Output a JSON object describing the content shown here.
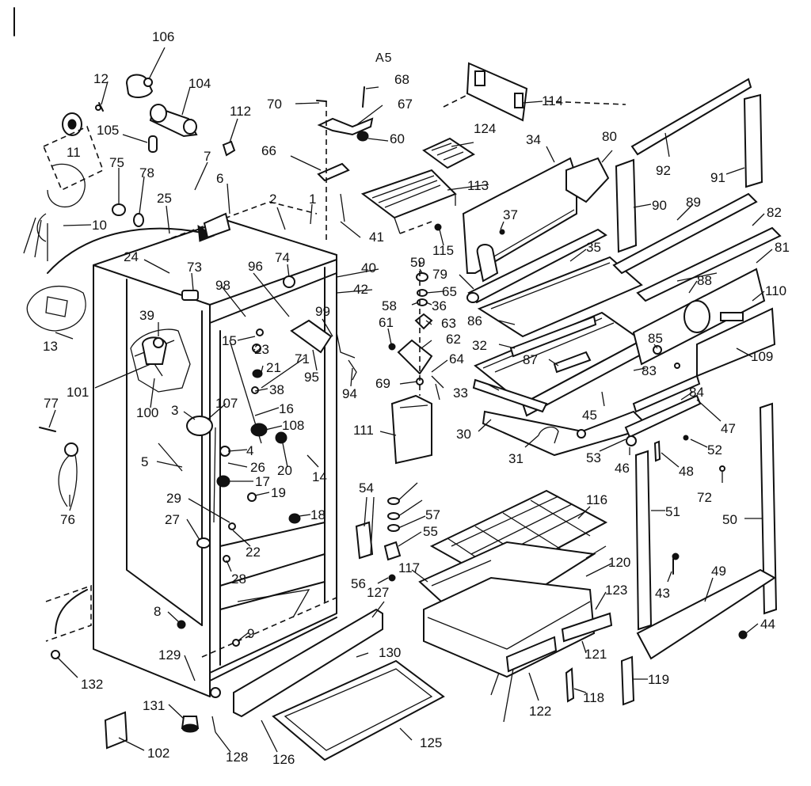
{
  "diagram": {
    "header": "A5",
    "labels": [
      {
        "id": "106"
      },
      {
        "id": "104"
      },
      {
        "id": "12"
      },
      {
        "id": "105"
      },
      {
        "id": "11"
      },
      {
        "id": "112"
      },
      {
        "id": "75"
      },
      {
        "id": "78"
      },
      {
        "id": "7"
      },
      {
        "id": "6"
      },
      {
        "id": "25"
      },
      {
        "id": "10"
      },
      {
        "id": "2"
      },
      {
        "id": "1"
      },
      {
        "id": "24"
      },
      {
        "id": "73"
      },
      {
        "id": "96"
      },
      {
        "id": "74"
      },
      {
        "id": "98"
      },
      {
        "id": "40"
      },
      {
        "id": "42"
      },
      {
        "id": "99"
      },
      {
        "id": "13"
      },
      {
        "id": "39"
      },
      {
        "id": "15"
      },
      {
        "id": "23"
      },
      {
        "id": "21"
      },
      {
        "id": "71"
      },
      {
        "id": "95"
      },
      {
        "id": "94"
      },
      {
        "id": "101"
      },
      {
        "id": "38"
      },
      {
        "id": "100"
      },
      {
        "id": "107"
      },
      {
        "id": "16"
      },
      {
        "id": "77"
      },
      {
        "id": "3"
      },
      {
        "id": "108"
      },
      {
        "id": "4"
      },
      {
        "id": "26"
      },
      {
        "id": "20"
      },
      {
        "id": "14"
      },
      {
        "id": "5"
      },
      {
        "id": "17"
      },
      {
        "id": "19"
      },
      {
        "id": "76"
      },
      {
        "id": "29"
      },
      {
        "id": "18"
      },
      {
        "id": "27"
      },
      {
        "id": "22"
      },
      {
        "id": "28"
      },
      {
        "id": "8"
      },
      {
        "id": "9"
      },
      {
        "id": "129"
      },
      {
        "id": "132"
      },
      {
        "id": "131"
      },
      {
        "id": "102"
      },
      {
        "id": "128"
      },
      {
        "id": "126"
      },
      {
        "id": "70"
      },
      {
        "id": "68"
      },
      {
        "id": "67"
      },
      {
        "id": "66"
      },
      {
        "id": "60"
      },
      {
        "id": "41"
      },
      {
        "id": "124"
      },
      {
        "id": "113"
      },
      {
        "id": "114"
      },
      {
        "id": "34"
      },
      {
        "id": "80"
      },
      {
        "id": "37"
      },
      {
        "id": "115"
      },
      {
        "id": "59"
      },
      {
        "id": "65"
      },
      {
        "id": "58"
      },
      {
        "id": "36"
      },
      {
        "id": "61"
      },
      {
        "id": "63"
      },
      {
        "id": "62"
      },
      {
        "id": "64"
      },
      {
        "id": "69"
      },
      {
        "id": "111"
      },
      {
        "id": "35"
      },
      {
        "id": "79"
      },
      {
        "id": "86"
      },
      {
        "id": "32"
      },
      {
        "id": "87"
      },
      {
        "id": "33"
      },
      {
        "id": "30"
      },
      {
        "id": "31"
      },
      {
        "id": "45"
      },
      {
        "id": "53"
      },
      {
        "id": "92"
      },
      {
        "id": "91"
      },
      {
        "id": "90"
      },
      {
        "id": "89"
      },
      {
        "id": "82"
      },
      {
        "id": "81"
      },
      {
        "id": "88"
      },
      {
        "id": "110"
      },
      {
        "id": "85"
      },
      {
        "id": "83"
      },
      {
        "id": "109"
      },
      {
        "id": "84"
      },
      {
        "id": "47"
      },
      {
        "id": "52"
      },
      {
        "id": "46"
      },
      {
        "id": "48"
      },
      {
        "id": "72"
      },
      {
        "id": "50"
      },
      {
        "id": "51"
      },
      {
        "id": "43"
      },
      {
        "id": "49"
      },
      {
        "id": "44"
      },
      {
        "id": "119"
      },
      {
        "id": "54"
      },
      {
        "id": "57"
      },
      {
        "id": "55"
      },
      {
        "id": "56"
      },
      {
        "id": "117"
      },
      {
        "id": "127"
      },
      {
        "id": "116"
      },
      {
        "id": "120"
      },
      {
        "id": "123"
      },
      {
        "id": "121"
      },
      {
        "id": "122"
      },
      {
        "id": "118"
      },
      {
        "id": "130"
      },
      {
        "id": "125"
      }
    ]
  }
}
